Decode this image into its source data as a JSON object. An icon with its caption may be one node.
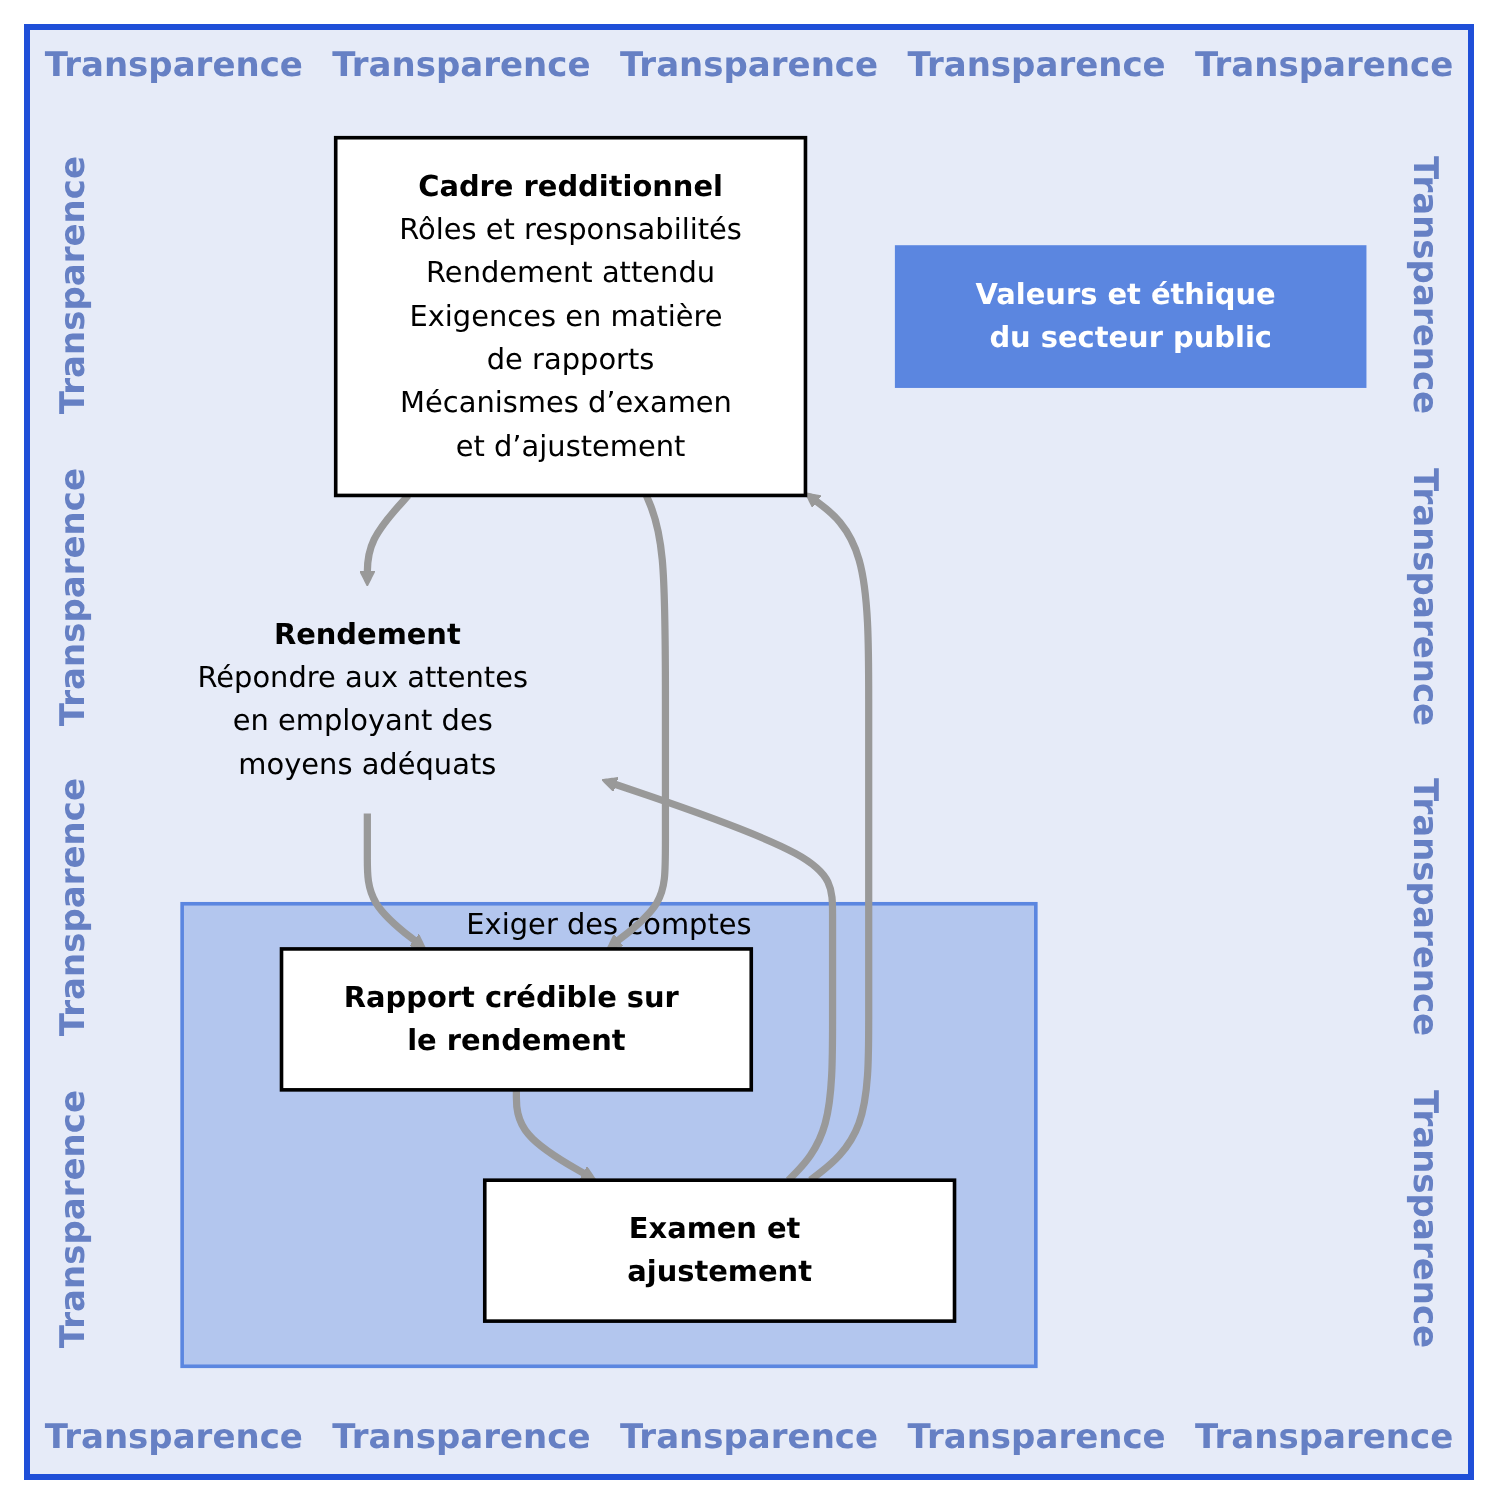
{
  "diagram": {
    "nodes": [
      {
        "text": [
          "Cadre redditionnel",
          "Rôles et responsabilités",
          "Rendement attendu",
          "Exigences en matière de rapports",
          "Mécanismes d’examen et d’ajustement"
        ]
      },
      {
        "text": [
          "Rendement",
          "Répondre aux attentes en employant des moyens adéquats"
        ]
      },
      {
        "text": [
          "Exiger des comptes"
        ]
      },
      {
        "text": [
          "Examen et ajustement"
        ],
        "in": 2
      },
      {
        "text": [
          "Rapport crédible sur le rendement"
        ],
        "in": 2
      },
      {
        "text": [
          "Valeurs et éthique du secteur public"
        ]
      }
    ],
    "edges": [
      {
        "from": 0,
        "to": 1,
        "arrow": "to"
      },
      {
        "from": 1,
        "to": 4,
        "arrow": "to"
      },
      {
        "from": 4,
        "to": 3,
        "arrow": "to"
      },
      {
        "from": 3,
        "to": 1,
        "arrow": "to"
      },
      {
        "from": 3,
        "to": 0,
        "arrow": "to"
      },
      {
        "from": 0,
        "to": 4,
        "arrow": "to"
      }
    ],
    "labels": [
      "Transparence",
      "Transparence",
      "Transparence",
      "Transparence",
      "Transparence",
      "Transparence",
      "Transparence",
      "Transparence",
      "Transparence",
      "Transparence",
      "Transparence",
      "Transparence",
      "Transparence",
      "Transparence",
      "Transparence",
      "Transparence",
      "Transparence",
      "Transparence"
    ]
  }
}
